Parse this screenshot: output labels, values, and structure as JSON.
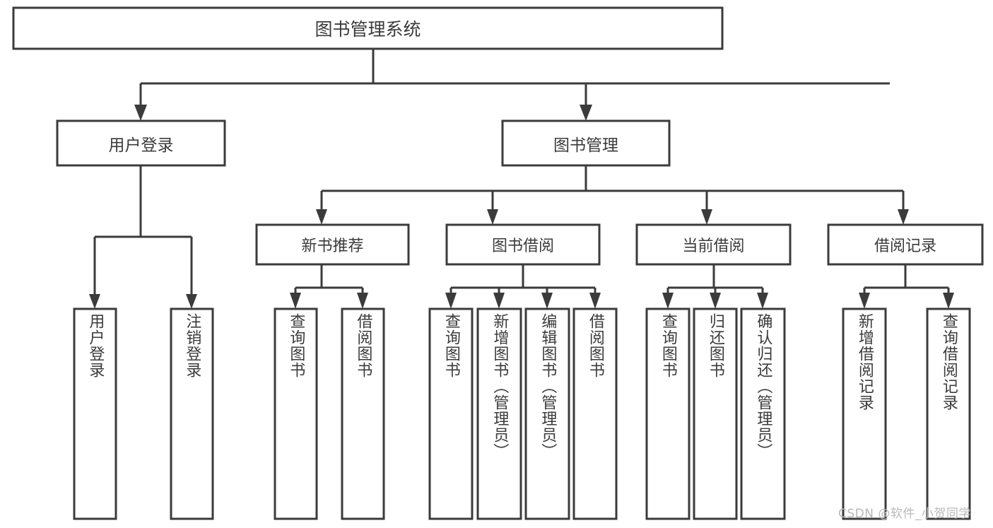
{
  "diagram": {
    "type": "tree",
    "title": "图书管理系统",
    "watermark": "CSDN @软件_小贺同学",
    "colors": {
      "box_fill": "#ffffff",
      "box_stroke": "#3b3b3b",
      "text": "#3b3b3b",
      "connector": "#3b3b3b",
      "watermark": "#b9b9b9",
      "background": "#ffffff"
    },
    "nodes": {
      "root": {
        "label": "图书管理系统",
        "level": 1
      },
      "level2": [
        {
          "id": "user-login",
          "label": "用户登录"
        },
        {
          "id": "book-management",
          "label": "图书管理"
        }
      ],
      "level3": [
        {
          "id": "new-book-recommend",
          "label": "新书推荐",
          "parent": "book-management"
        },
        {
          "id": "book-borrow",
          "label": "图书借阅",
          "parent": "book-management"
        },
        {
          "id": "current-borrow",
          "label": "当前借阅",
          "parent": "book-management"
        },
        {
          "id": "borrow-record",
          "label": "借阅记录",
          "parent": "book-management"
        }
      ],
      "leaves": [
        {
          "id": "leaf-user-login",
          "label": "用户登录",
          "parent": "user-login"
        },
        {
          "id": "leaf-logout-login",
          "label": "注销登录",
          "parent": "user-login"
        },
        {
          "id": "leaf-query-book-1",
          "label": "查询图书",
          "parent": "new-book-recommend"
        },
        {
          "id": "leaf-borrow-book-1",
          "label": "借阅图书",
          "parent": "new-book-recommend"
        },
        {
          "id": "leaf-query-book-2",
          "label": "查询图书",
          "parent": "book-borrow"
        },
        {
          "id": "leaf-add-book",
          "label": "新增图书（管理员）",
          "parent": "book-borrow"
        },
        {
          "id": "leaf-edit-book",
          "label": "编辑图书（管理员）",
          "parent": "book-borrow"
        },
        {
          "id": "leaf-borrow-book-2",
          "label": "借阅图书",
          "parent": "book-borrow"
        },
        {
          "id": "leaf-query-book-3",
          "label": "查询图书",
          "parent": "current-borrow"
        },
        {
          "id": "leaf-return-book",
          "label": "归还图书",
          "parent": "current-borrow"
        },
        {
          "id": "leaf-confirm-return",
          "label": "确认归还（管理员）",
          "parent": "current-borrow"
        },
        {
          "id": "leaf-add-record",
          "label": "新增借阅记录",
          "parent": "borrow-record"
        },
        {
          "id": "leaf-query-record",
          "label": "查询借阅记录",
          "parent": "borrow-record"
        }
      ]
    }
  }
}
